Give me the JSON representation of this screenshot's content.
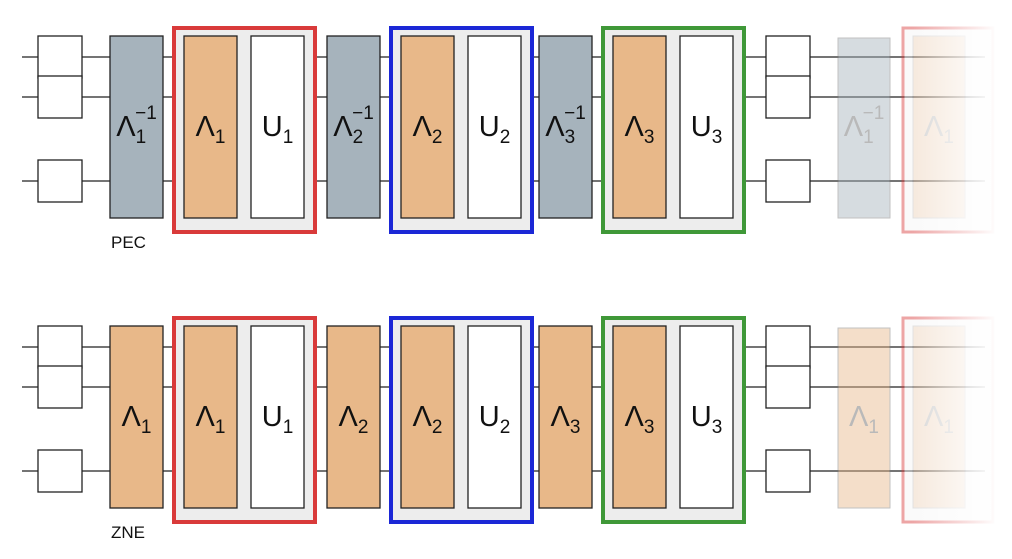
{
  "colors": {
    "wire": "#222222",
    "gate_border": "#222222",
    "gate_fill": "#ffffff",
    "inverse_fill": "#a6b3bc",
    "noise_fill": "#e8b889",
    "unitary_fill": "#ffffff",
    "group_bg": "#ededed",
    "group_red": "#d93a3a",
    "group_blue": "#1b27d6",
    "group_green": "#3f9838"
  },
  "rows": [
    {
      "id": "pec",
      "caption": "PEC",
      "leading": {
        "base": "Λ",
        "sub": "1",
        "sup": "−1",
        "kind": "inverse"
      },
      "groups": [
        {
          "color": "red",
          "noise": {
            "base": "Λ",
            "sub": "1"
          },
          "unitary": {
            "base": "U",
            "sub": "1"
          }
        },
        {
          "color": "blue",
          "noise": {
            "base": "Λ",
            "sub": "2"
          },
          "unitary": {
            "base": "U",
            "sub": "2"
          }
        },
        {
          "color": "green",
          "noise": {
            "base": "Λ",
            "sub": "3"
          },
          "unitary": {
            "base": "U",
            "sub": "3"
          }
        }
      ],
      "between": [
        {
          "base": "Λ",
          "sub": "2",
          "sup": "−1",
          "kind": "inverse"
        },
        {
          "base": "Λ",
          "sub": "3",
          "sup": "−1",
          "kind": "inverse"
        }
      ],
      "trailing": {
        "base": "Λ",
        "sub": "1",
        "sup": "−1",
        "kind": "inverse"
      },
      "trailing_group_label": {
        "base": "Λ",
        "sub": "1"
      }
    },
    {
      "id": "zne",
      "caption": "ZNE",
      "leading": {
        "base": "Λ",
        "sub": "1",
        "sup": "",
        "kind": "noise"
      },
      "groups": [
        {
          "color": "red",
          "noise": {
            "base": "Λ",
            "sub": "1"
          },
          "unitary": {
            "base": "U",
            "sub": "1"
          }
        },
        {
          "color": "blue",
          "noise": {
            "base": "Λ",
            "sub": "2"
          },
          "unitary": {
            "base": "U",
            "sub": "2"
          }
        },
        {
          "color": "green",
          "noise": {
            "base": "Λ",
            "sub": "3"
          },
          "unitary": {
            "base": "U",
            "sub": "3"
          }
        }
      ],
      "between": [
        {
          "base": "Λ",
          "sub": "2",
          "sup": "",
          "kind": "noise"
        },
        {
          "base": "Λ",
          "sub": "3",
          "sup": "",
          "kind": "noise"
        }
      ],
      "trailing": {
        "base": "Λ",
        "sub": "1",
        "sup": "",
        "kind": "noise"
      },
      "trailing_group_label": {
        "base": "Λ",
        "sub": "1"
      }
    }
  ]
}
